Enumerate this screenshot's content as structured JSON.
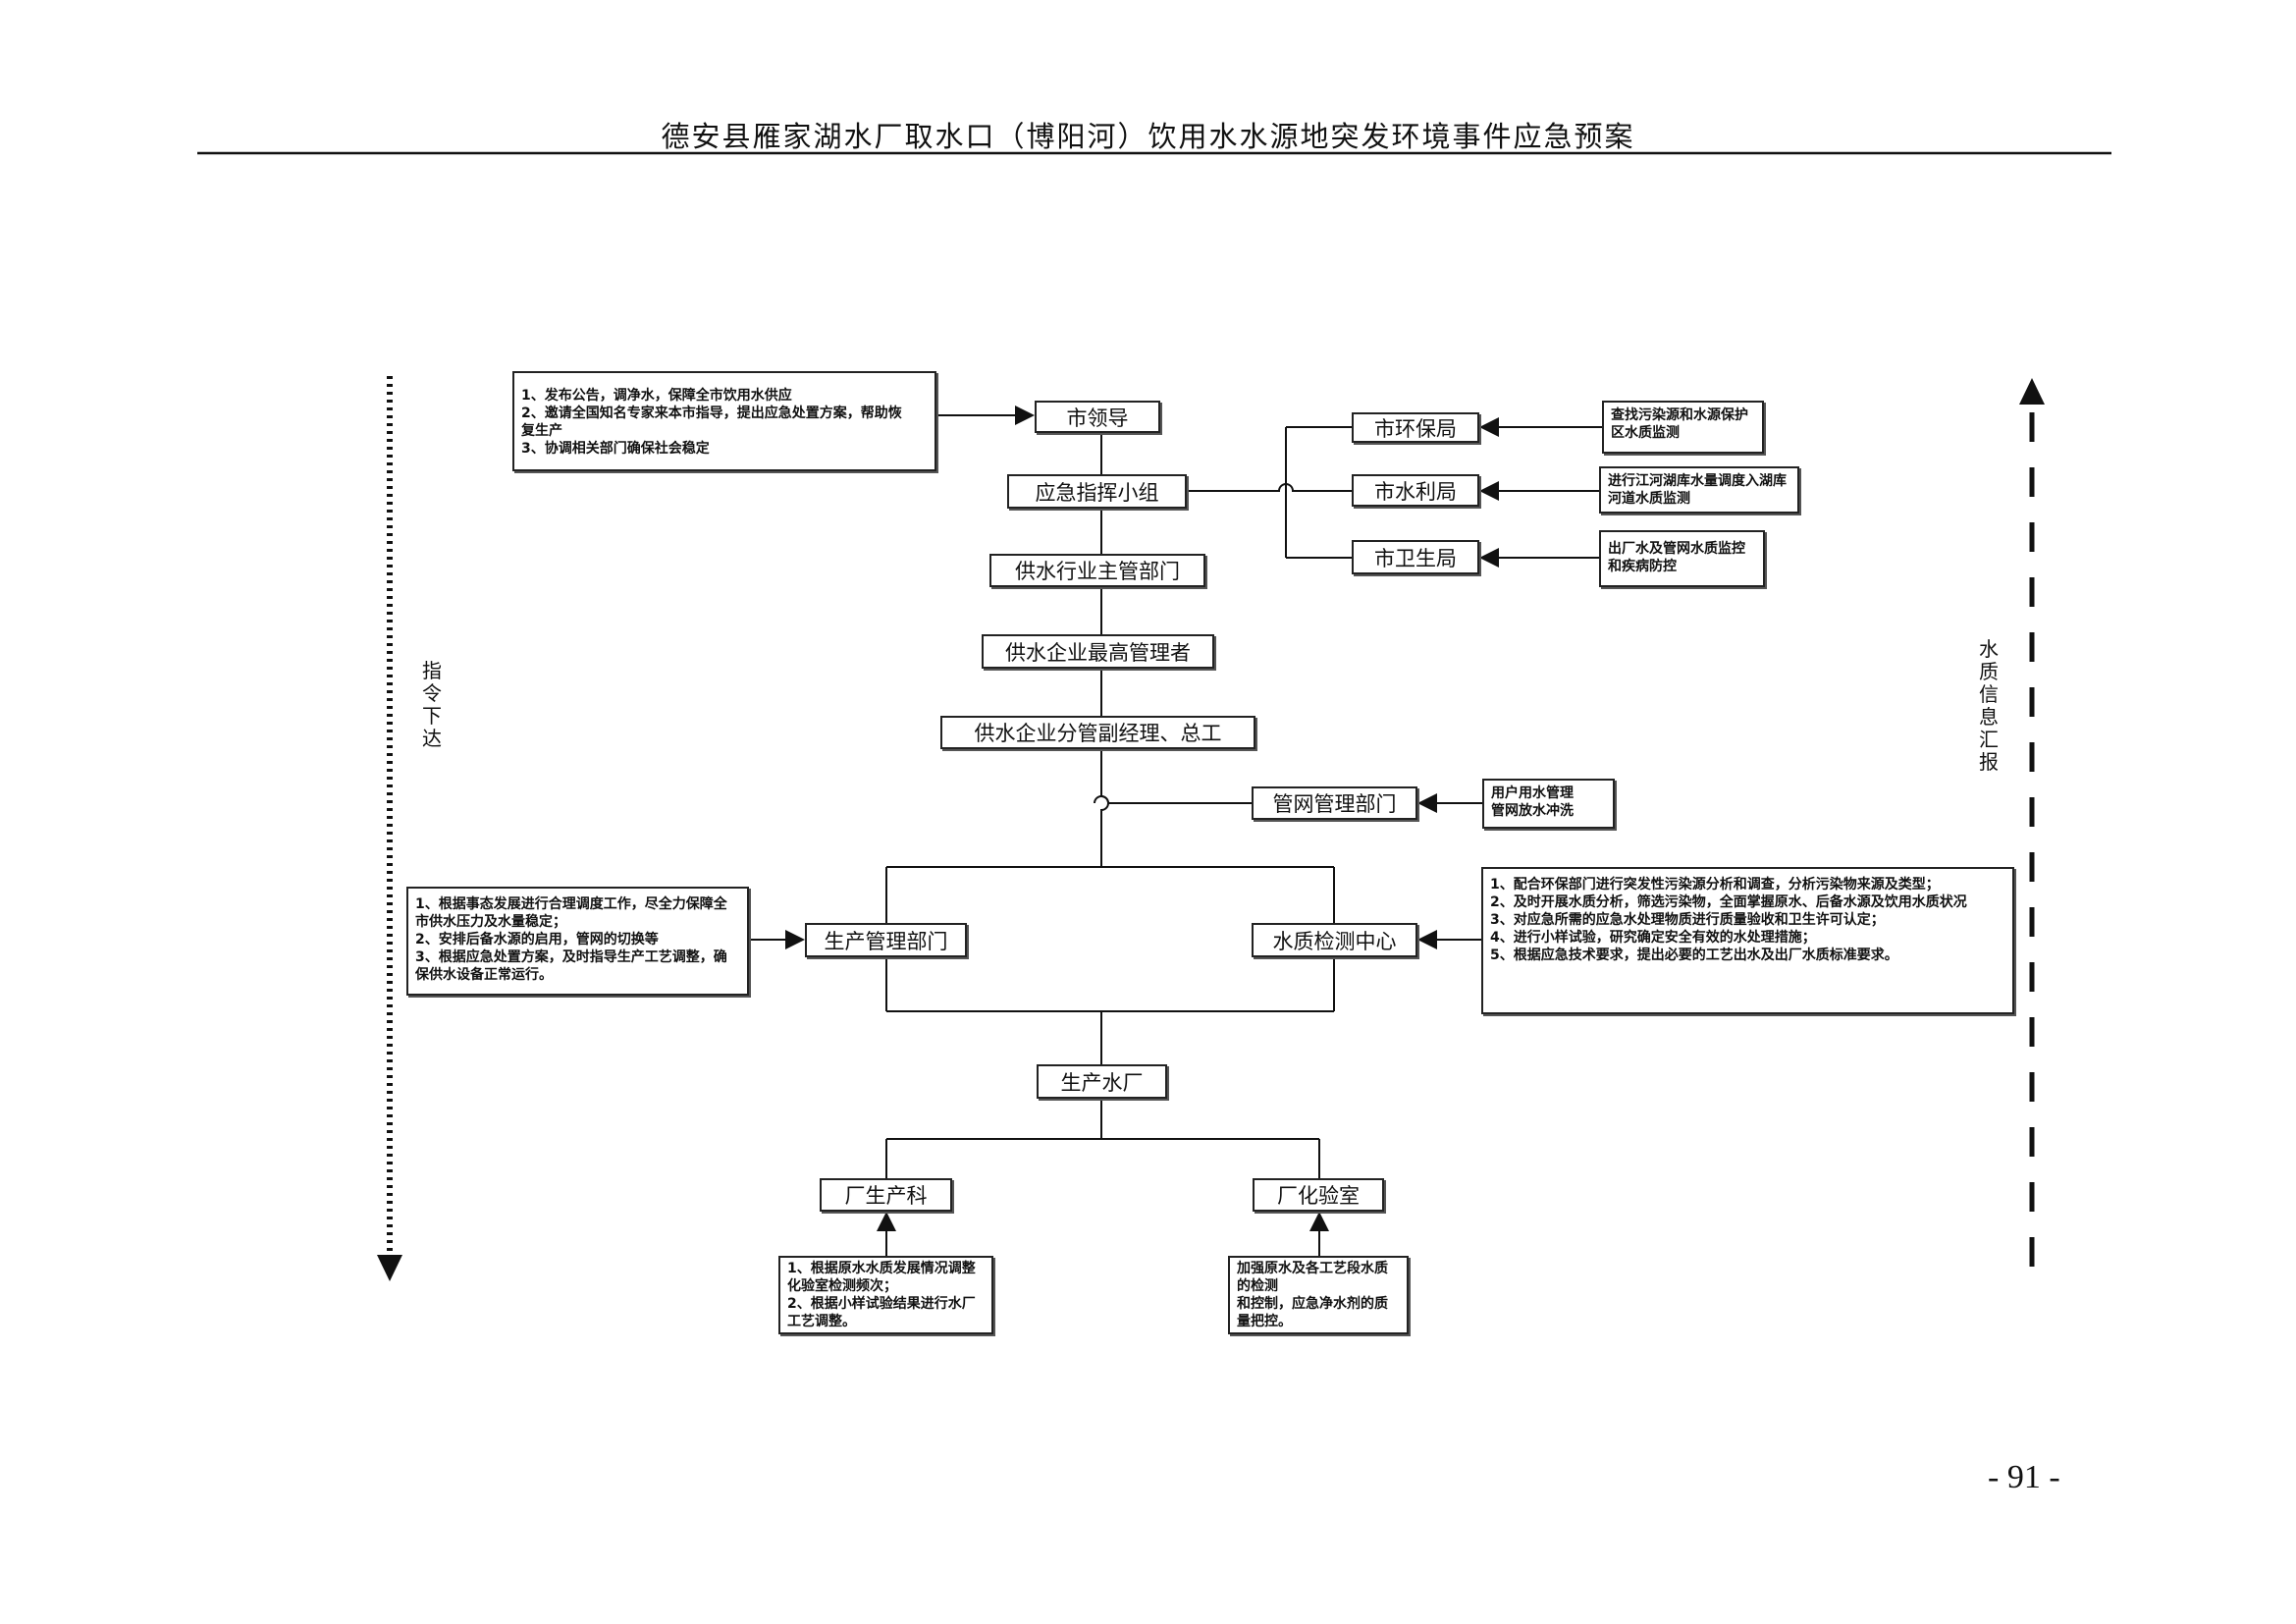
{
  "header": {
    "title": "德安县雁家湖水厂取水口（博阳河）饮用水水源地突发环境事件应急预案"
  },
  "page_number": "- 91 -",
  "side_labels": {
    "left": "指令下达",
    "right": "水质信息汇报"
  },
  "nodes": {
    "city_leader": "市领导",
    "command_group": "应急指挥小组",
    "industry_dept": "供水行业主管部门",
    "top_manager": "供水企业最高管理者",
    "deputy_manager": "供水企业分管副经理、总工",
    "env_bureau": "市环保局",
    "water_bureau": "市水利局",
    "health_bureau": "市卫生局",
    "pipe_dept": "管网管理部门",
    "production_dept": "生产管理部门",
    "quality_center": "水质检测中心",
    "plant": "生产水厂",
    "plant_production": "厂生产科",
    "plant_lab": "厂化验室"
  },
  "notes": {
    "leader": [
      "1、发布公告，调净水，保障全市饮用水供应",
      "2、邀请全国知名专家来本市指导，提出应急处置方案，帮助恢复生产",
      "3、协调相关部门确保社会稳定"
    ],
    "env": [
      "查找污染源和水源保护区水质监测"
    ],
    "water": [
      "进行江河湖库水量调度入湖库河道水质监测"
    ],
    "health": [
      "出厂水及管网水质监控和疾病防控"
    ],
    "pipe": [
      "用户用水管理",
      "管网放水冲洗"
    ],
    "production": [
      "1、根据事态发展进行合理调度工作，尽全力保障全市供水压力及水量稳定；",
      "2、安排后备水源的启用，管网的切换等",
      "3、根据应急处置方案，及时指导生产工艺调整，确保供水设备正常运行。"
    ],
    "quality": [
      "1、配合环保部门进行突发性污染源分析和调查，分析污染物来源及类型；",
      "2、及时开展水质分析，筛选污染物，全面掌握原水、后备水源及饮用水质状况",
      "3、对应急所需的应急水处理物质进行质量验收和卫生许可认定；",
      "4、进行小样试验，研究确定安全有效的水处理措施；",
      "5、根据应急技术要求，提出必要的工艺出水及出厂水质标准要求。"
    ],
    "plant_production": [
      "1、根据原水水质发展情况调整化验室检测频次；",
      "2、根据小样试验结果进行水厂工艺调整。"
    ],
    "plant_lab": [
      "加强原水及各工艺段水质的检测",
      "和控制，应急净水剂的质量把控。"
    ]
  }
}
